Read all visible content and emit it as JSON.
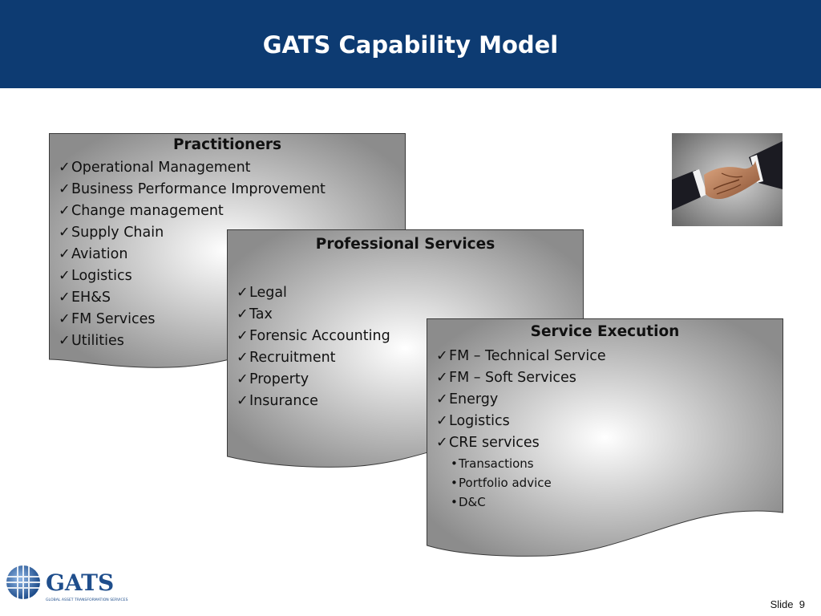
{
  "slide": {
    "title": "GATS Capability Model",
    "slide_label": "Slide",
    "slide_number": "9"
  },
  "colors": {
    "header_bg": "#0d3b72",
    "box_grad_light": "#ffffff",
    "box_grad_dark": "#8a8a8a",
    "box_border": "#3a3a3a",
    "logo_blue": "#1f4e8c"
  },
  "boxes": {
    "practitioners": {
      "title": "Practitioners",
      "items": [
        "Operational Management",
        "Business Performance Improvement",
        "Change management",
        "Supply Chain",
        "Aviation",
        "Logistics",
        "EH&S",
        "FM Services",
        "Utilities"
      ]
    },
    "professional": {
      "title": "Professional Services",
      "items": [
        "Legal",
        "Tax",
        "Forensic Accounting",
        "Recruitment",
        "Property",
        "Insurance"
      ]
    },
    "execution": {
      "title": "Service Execution",
      "items": [
        "FM – Technical Service",
        "FM – Soft Services",
        "Energy",
        "Logistics",
        "CRE services"
      ],
      "sub_items": [
        "Transactions",
        "Portfolio advice",
        "D&C"
      ]
    }
  },
  "logo": {
    "name": "GATS",
    "tagline": "GLOBAL ASSET TRANSFORMATION SERVICES"
  },
  "icons": {
    "check": "check-icon",
    "bullet": "bullet-icon",
    "photo": "handshake-icon",
    "logo": "globe-icon"
  }
}
